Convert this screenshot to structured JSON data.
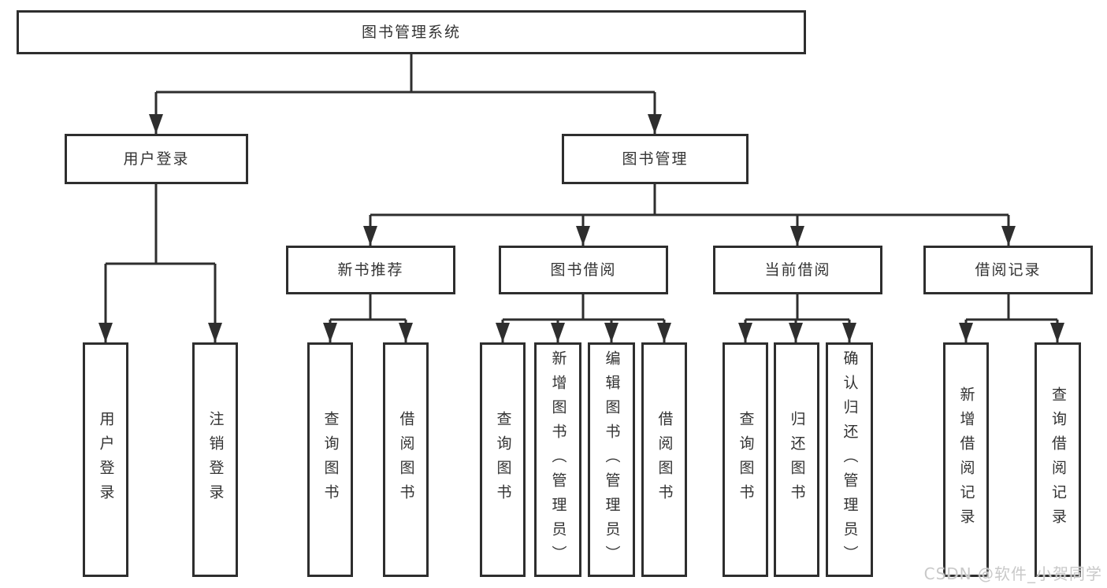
{
  "diagram": {
    "root": "图书管理系统",
    "level1": {
      "userLogin": "用户登录",
      "bookMgmt": "图书管理"
    },
    "level2": {
      "newBooks": "新书推荐",
      "bookBorrow": "图书借阅",
      "currentBorrow": "当前借阅",
      "borrowRecords": "借阅记录"
    },
    "leaves": {
      "userLogin": "用户登录",
      "logout": "注销登录",
      "nbQuery": "查询图书",
      "nbBorrow": "借阅图书",
      "bbQuery": "查询图书",
      "bbAdd": "新增图书（管理员）",
      "bbEdit": "编辑图书（管理员）",
      "bbBorrow": "借阅图书",
      "cbQuery": "查询图书",
      "cbReturn": "归还图书",
      "cbConfirm": "确认归还（管理员）",
      "brAdd": "新增借阅记录",
      "brQuery": "查询借阅记录"
    }
  },
  "watermark": "CSDN @软件_小贺同学",
  "colors": {
    "line": "#2e2e2e",
    "text": "#333333",
    "background": "#ffffff",
    "watermark": "#c9c9c9"
  }
}
